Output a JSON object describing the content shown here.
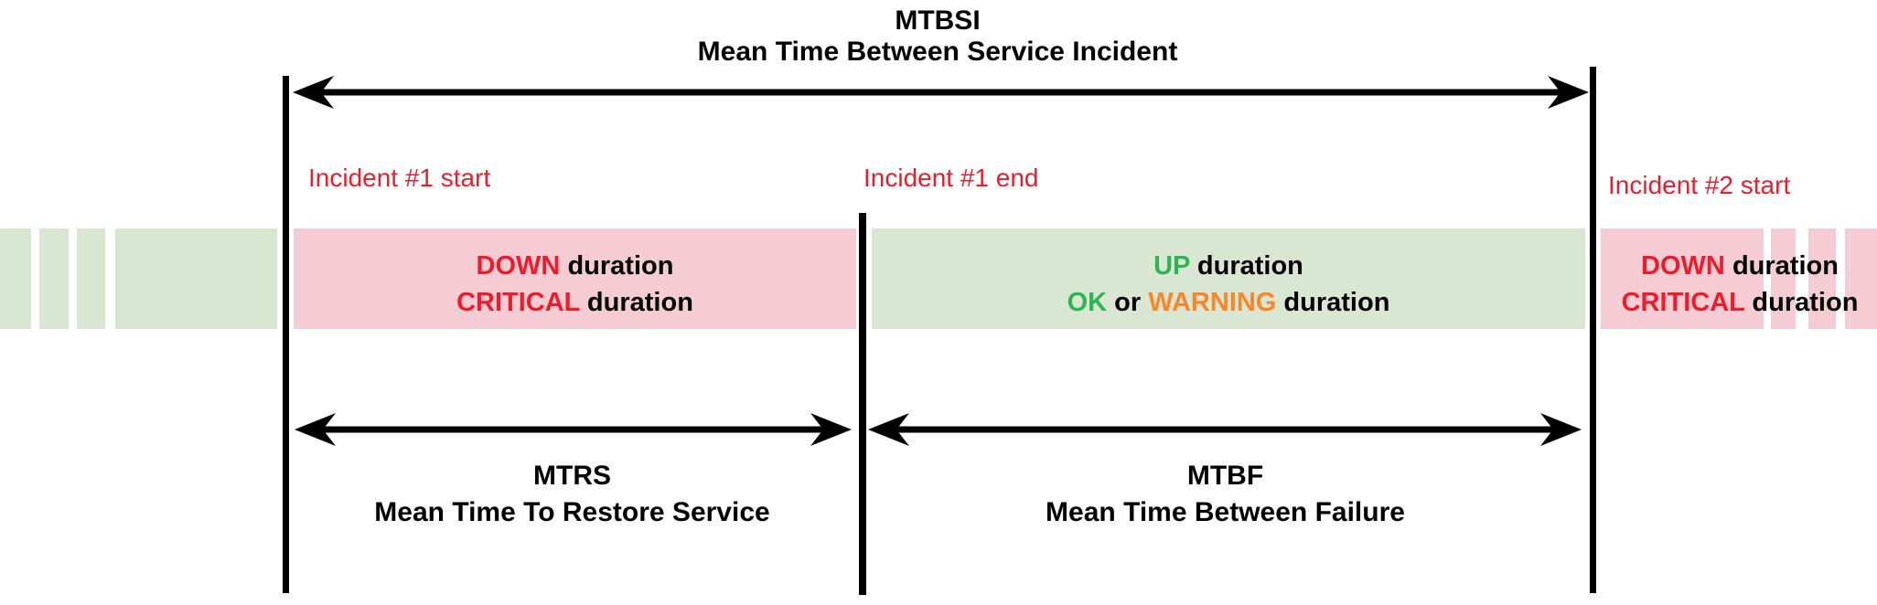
{
  "colors": {
    "red": "#ed1c2b",
    "green": "#2eb457",
    "orange": "#f6872b",
    "pink_band": "#f5ccd3",
    "green_band": "#d9e7d2",
    "line": "#000000"
  },
  "header": {
    "abbr": "MTBSI",
    "title": "Mean Time Between Service Incident"
  },
  "incidents": {
    "incident1_start": "Incident #1 start",
    "incident1_end": "Incident #1 end",
    "incident2_start": "Incident #2 start"
  },
  "bands": {
    "down1": {
      "state1": "DOWN",
      "suffix1": "duration",
      "state2": "CRITICAL",
      "suffix2": "duration"
    },
    "up": {
      "state1": "UP",
      "suffix1": "duration",
      "state2a": "OK",
      "conj": "or",
      "state2b": "WARNING",
      "suffix2": "duration"
    },
    "down2": {
      "state1": "DOWN",
      "suffix1": "duration",
      "state2": "CRITICAL",
      "suffix2": "duration"
    }
  },
  "metrics": {
    "mtrs": {
      "abbr": "MTRS",
      "title": "Mean Time To Restore Service"
    },
    "mtbf": {
      "abbr": "MTBF",
      "title": "Mean Time Between Failure"
    }
  }
}
